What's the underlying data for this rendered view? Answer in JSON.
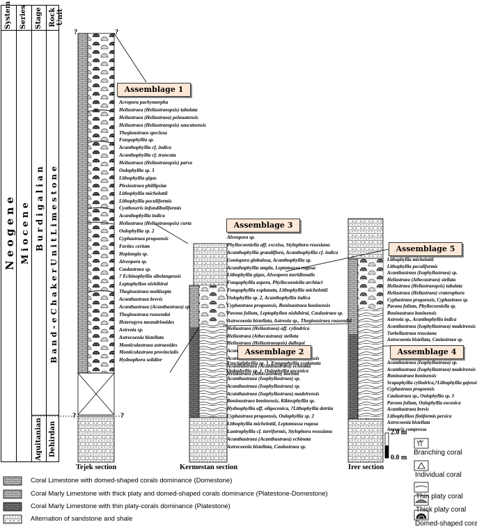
{
  "header": {
    "system": "System",
    "series": "Series",
    "stage": "Stage",
    "rock_unit": "Rock Unit"
  },
  "strat": {
    "neogene": "N e o g e n e",
    "miocene": "M i o c e n e",
    "burdigalian": "B u r d i g a l i a n",
    "aquitanian": "Aquitanian",
    "formation": "B a n d - e  C h a k e r  U n i t  L i m e s t o n e",
    "dehirdan": "Dehirdan"
  },
  "question": "?",
  "sections": {
    "tejek": "Tejek section",
    "kermestan": "Kermestan section",
    "irer": "Irer section"
  },
  "assemblages": [
    {
      "title": "Assemblage 1",
      "species": [
        "Acropora pachymorpha",
        "Heliastraea (Heliastraeopsis) tabulata",
        "Heliastraea (Heliastraea) pelouatensis",
        "Heliastraea (Heliastraeopsis) saucatsensis",
        "Thegioastraea speciosa",
        "Fungophyllia sp.",
        "Acanthophyllia cf. indica",
        "Acanthophyllia cf. truncata",
        "Heliastraea (Heliastraeopsis) parva",
        "Oulophyllia sp. 3",
        "Lithophyllia gigas",
        "Plesiastraea phillipsiae",
        "Lithophyllia michelottii",
        "Lithophyllia poculiformis",
        "Cyathoseris infundibuliformis",
        "Acanthophyllia indica",
        "Heliastraea (Heliastraeopsis) curta",
        "Oulophyllia sp. 2",
        "Cyphastraea progoensis",
        "Favites cerium",
        "Hoplangia sp.",
        "Alveopora sp.",
        "Caulastraea sp.",
        "? Echinophyllia sibolangensis",
        "Leptophyllon nishihirai",
        "Thegioastraea multisepta",
        "Acanthastraea brevis",
        "Acanthastraea (Acanthastraea) sp.",
        "Thegioastraea roasendai",
        "Heterogyra meandrinoides",
        "Astreoia sp.",
        "Astrocoenia bistellata",
        "Monticulastraea astraeoides",
        "Monticulastraea provincialis",
        "Hydnophora solidior"
      ]
    },
    {
      "title": "Assemblage 2",
      "species": [
        "Fasciatiphyllia sp. 1,  Fungophyllia explanata",
        "Oulophyllia sp. 1,  Oulophyllia eocenica",
        "Acanthastraea (Isophyllastraea) sp.",
        "Acanthastraea (Isophyllastraea) sp.",
        "Acanthastraea (Isophyllastraea) madeirensis",
        "Boninastraea boninensis,  Kiktosphyllia sp.",
        "Hydnophyllia aff. oligocenica, ?Lithophyllia detrita",
        "Cyphastraea progoensis,  Oulophyllia sp. 2",
        "Lithophyllia michelottii,  Leptomussa rugosa",
        "Lantrophyllia cf. turriformis,  Stylophora reussiana",
        "Acanthastraea (Acanthastraea) echinata",
        "Astrocoenia bistellata,  Caulastraea sp."
      ]
    },
    {
      "title": "Assemblage 3",
      "species": [
        "Alveopora sp.",
        "Phyllocoeniella aff. excelsa,  Stylophora reussiana",
        "Acanthophyllia grandiflora,  Acanthophyllia cf. indica",
        "Goniopora globulosa,  Acanthophyllia sp.",
        "Acanthophyllia ampla,  Leptomussa rugosa",
        "Lithophyllia gigas,  Alveopora meridionalis",
        "Fungophyllia aspera,  Phyllocoeniella archiaci",
        "Fungophyllia explanata,  Lithophyllia michelottii",
        "Oulophyllia sp. 2,  Acanthophyllia indica",
        "Cyphastraea progoensis,  Boninastraea boninensis",
        "Pavona folium,  Leptophyllon nishihirai,  Caulastraea sp.",
        "Astrocoenia bistellata,  Astreoia sp.,  Thegioastraea roasendai",
        "Heliastraea (Heliastraea) aff. cylindrica",
        "Heliastraea (Athecastraea) stellata",
        "Heliastraea (Heliastraeopsis) dallegoi",
        "Acanthastraea (Isophyllastraea) sp.",
        "Acanthastraea (Isophyllastraea) madeirensis",
        "Acanthastraea (Acanthastraea) echinata",
        "Heliastraea (Athecastraea) boehmi"
      ]
    },
    {
      "title": "Assemblage 4",
      "species": [
        "Acanthastraea (Isophyllastraea) sp.",
        "Acanthastraea (Isophyllastraea) madeirensis",
        "Boninastraea boninensis",
        "Scapophyllia cylindrica,?Lithophyllia gajensis",
        "Cyphastraea progoensis",
        "Caulastraea sp.,  Oulophyllia sp. 3",
        "Pavona folium,  Oulophyllia eocenica",
        "Acanthastraea brevis",
        "Lithophyllion flotiformis persica",
        "Astrocoenia bistellata",
        "Araeacis compressa"
      ]
    },
    {
      "title": "Assemblage 5",
      "species": [
        "Lithophyllia michelottii",
        "Lithophyllia poculiformis",
        "Acanthastraea (Isophyllastraea) sp.",
        "Heliastraea (Athecastraea) stellata",
        "Heliastraea (Heliastraeopsis) tabulata",
        "Heliastraea (Heliastraea) craterophora",
        "Cyphastraea progoensis,  Cyphastraea sp.",
        "Pavona folium,  Phyllocoeniella sp.",
        "Boninastraea boninensis",
        "Astreoia sp.,  Acanthophyllia indica",
        "Acanthastraea (Isophyllastraea) madeirensis",
        "Turbellastraea reussiana",
        "Astrocoenia bistellata,  Caulastraea sp."
      ]
    }
  ],
  "scale": {
    "top": "2.0 m",
    "bottom": "0.0 m"
  },
  "symbols": [
    "Branching coral",
    "Individual coral",
    "Thin platy coral",
    "Thick platy coral",
    "Domed-shaped coral"
  ],
  "legend": [
    "Coral Limestone with domed-shaped corals dominance (Domestone)",
    "Coral Marly Limestone with thick platy and domed-shaped corals dominance (Platestone-Domestone)",
    "Coral Marly Limestone with thin platy-corals dominance (Platestone)",
    "Alternation of sandstone and shale"
  ]
}
